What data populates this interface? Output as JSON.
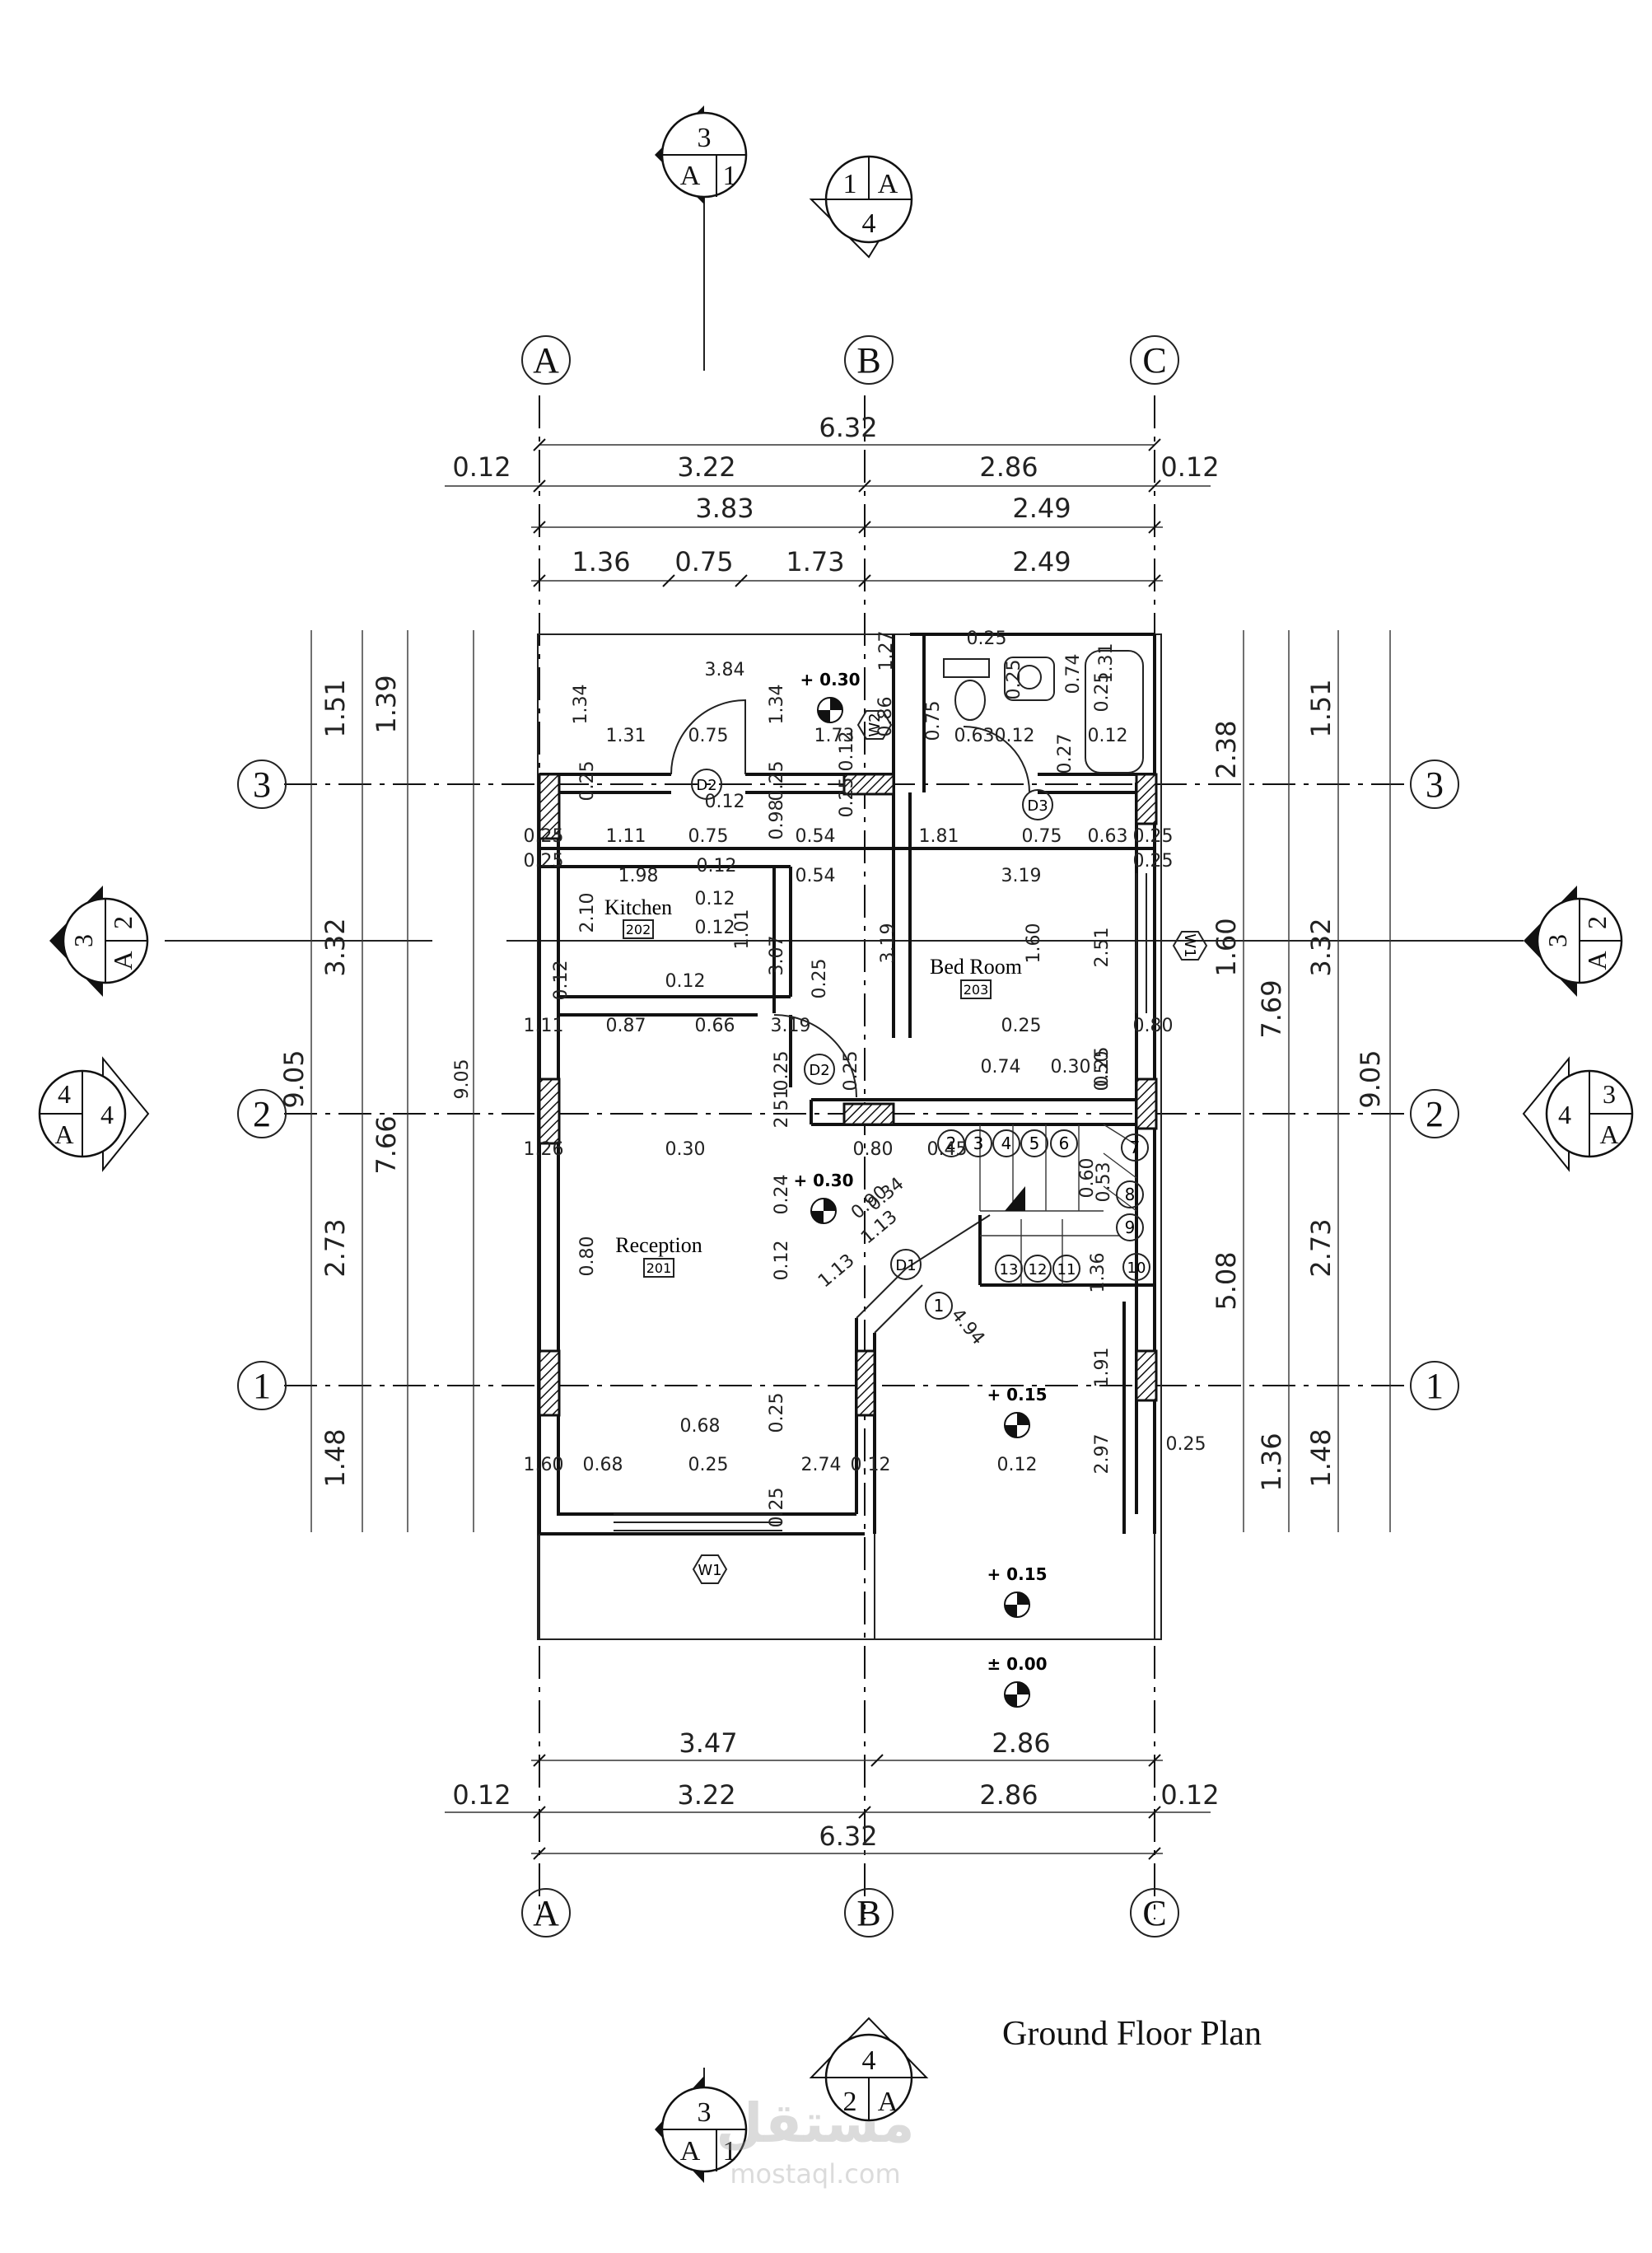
{
  "title": "Ground Floor Plan",
  "watermark": {
    "arabic": "مستقل",
    "latin": "mostaql.com"
  },
  "grid_labels": {
    "columns": [
      "A",
      "B",
      "C"
    ],
    "rows": [
      "3",
      "2",
      "1"
    ]
  },
  "rooms": [
    {
      "name": "Kitchen",
      "code": "202"
    },
    {
      "name": "Bed Room",
      "code": "203"
    },
    {
      "name": "Reception",
      "code": "201"
    }
  ],
  "doors": [
    "D2",
    "D2",
    "D3",
    "D1"
  ],
  "windows": [
    "W1",
    "W2",
    "W1"
  ],
  "levels": [
    "+ 0.30",
    "+ 0.30",
    "+ 0.15",
    "+ 0.15",
    "± 0.00"
  ],
  "stair_steps": [
    "1",
    "2",
    "3",
    "4",
    "5",
    "6",
    "7",
    "8",
    "9",
    "10",
    "11",
    "12",
    "13"
  ],
  "section_markers": {
    "top": {
      "top": "3",
      "left": "A",
      "right": "1"
    },
    "top_right": {
      "left": "1",
      "right": "A",
      "bottom": "4"
    },
    "left": {
      "left": "3",
      "top": "2",
      "bottom": "A"
    },
    "right": {
      "left": "3",
      "top": "2",
      "bottom": "A"
    },
    "left_mid": {
      "left": "4",
      "top": "4",
      "bottom": "A"
    },
    "right_mid": {
      "left": "4",
      "top": "3",
      "bottom": "A"
    },
    "bottom": {
      "top": "3",
      "left": "A",
      "right": "1"
    },
    "bottom_right": {
      "top": "4",
      "left": "2",
      "right": "A"
    }
  },
  "dimensions": {
    "top_overall": "6.32",
    "top_row2": [
      "0.12",
      "3.22",
      "2.86",
      "0.12"
    ],
    "top_row3": [
      "3.83",
      "2.49"
    ],
    "top_row4": [
      "1.36",
      "0.75",
      "1.73",
      "2.49"
    ],
    "bottom_row1": [
      "3.47",
      "2.86"
    ],
    "bottom_row2": [
      "0.12",
      "3.22",
      "2.86",
      "0.12"
    ],
    "bottom_overall": "6.32",
    "left_outer": [
      "1.51",
      "3.32",
      "9.05",
      "2.73",
      "1.48"
    ],
    "left_inner": [
      "1.39",
      "7.66"
    ],
    "left_total": "9.05",
    "right_inner": [
      "2.38",
      "1.60",
      "7.69",
      "5.08",
      "1.36"
    ],
    "right_outer": [
      "1.51",
      "3.32",
      "9.05",
      "2.73",
      "1.48"
    ]
  },
  "interior_dims": [
    "3.84",
    "1.34",
    "1.34",
    "1.31",
    "0.75",
    "1.73",
    "0.12",
    "0.25",
    "0.25",
    "0.12",
    "0.98",
    "0.25",
    "0.25",
    "1.11",
    "0.75",
    "0.54",
    "1.81",
    "0.75",
    "0.63",
    "0.25",
    "0.25",
    "1.98",
    "0.12",
    "0.54",
    "3.19",
    "0.25",
    "2.10",
    "0.12",
    "0.12",
    "1.01",
    "3.07",
    "3.19",
    "1.60",
    "2.51",
    "0.12",
    "0.12",
    "0.25",
    "1.11",
    "0.87",
    "0.66",
    "3.19",
    "0.25",
    "0.80",
    "0.25",
    "0.25",
    "0.74",
    "0.30",
    "0.25",
    "2.51",
    "1.26",
    "0.30",
    "0.80",
    "0.45",
    "0.24",
    "0.90",
    "0.34",
    "1.13",
    "1.13",
    "4.94",
    "0.12",
    "0.80",
    "0.53",
    "0.60",
    "1.27",
    "0.86",
    "0.75",
    "0.63",
    "0.12",
    "0.12",
    "0.27",
    "0.25",
    "0.25",
    "0.74",
    "1.31",
    "0.50",
    "1.36",
    "1.91",
    "2.97",
    "0.25",
    "0.68",
    "1.60",
    "0.68",
    "0.25",
    "2.74",
    "0.12",
    "0.12",
    "0.25",
    "0.25",
    "0.25",
    "0.12"
  ]
}
